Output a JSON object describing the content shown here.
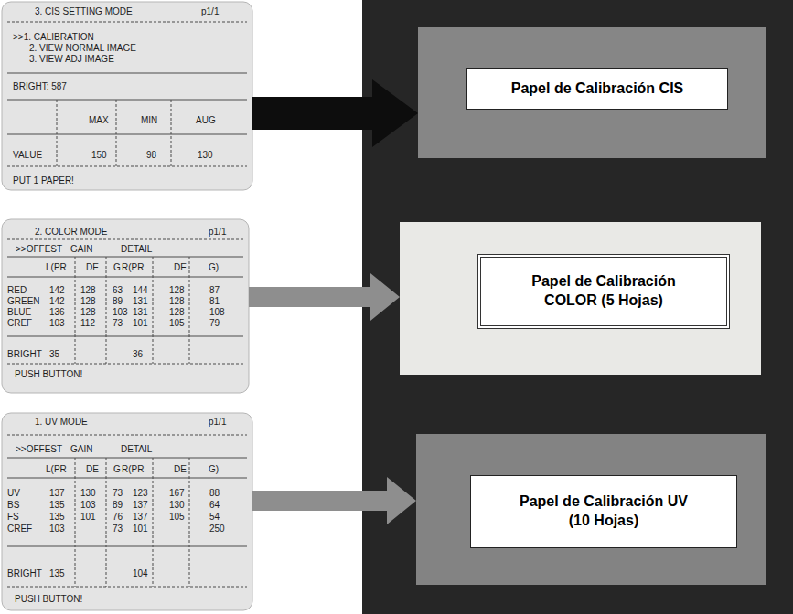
{
  "diagram": {
    "nodes": [
      {
        "text": [
          "3. CIS SETTING MODE",
          "p1/1",
          ">>1. CALIBRATION",
          "2. VIEW NORMAL IMAGE",
          "3. VIEW ADJ IMAGE",
          "BRIGHT: 587",
          "MAX",
          "MIN",
          "AUG",
          "VALUE",
          "150",
          "98",
          "130",
          "PUT 1 PAPER!"
        ]
      },
      {
        "text": [
          "Papel de Calibración CIS"
        ]
      },
      {
        "text": [
          "2. COLOR MODE",
          "p1/1",
          ">>OFFEST",
          "GAIN",
          "DETAIL",
          "L(PR",
          "DE",
          "G",
          "R(PR",
          "DE",
          "G)",
          "RED",
          "142",
          "128",
          "63",
          "144",
          "128",
          "87",
          "GREEN",
          "142",
          "128",
          "89",
          "131",
          "128",
          "81",
          "BLUE",
          "136",
          "128",
          "103",
          "131",
          "128",
          "108",
          "CREF",
          "103",
          "112",
          "73",
          "101",
          "105",
          "79",
          "BRIGHT",
          "35",
          "36",
          "PUSH BUTTON!"
        ]
      },
      {
        "text": [
          "Papel de Calibración COLOR (5 Hojas)"
        ]
      },
      {
        "text": [
          "1. UV MODE",
          "p1/1",
          ">>OFFEST",
          "GAIN",
          "DETAIL",
          "L(PR",
          "DE",
          "G",
          "R(PR",
          "DE",
          "G)",
          "UV",
          "137",
          "130",
          "73",
          "123",
          "167",
          "88",
          "BS",
          "135",
          "103",
          "89",
          "137",
          "130",
          "64",
          "FS",
          "135",
          "101",
          "76",
          "137",
          "105",
          "54",
          "CREF",
          "103",
          "73",
          "101",
          "250",
          "BRIGHT",
          "135",
          "104",
          "PUSH BUTTON!"
        ]
      },
      {
        "text": [
          "Papel de Calibración UV (10 Hojas)"
        ]
      }
    ],
    "edges": [
      {
        "from": 0,
        "to": 1,
        "arrow": "to"
      },
      {
        "from": 2,
        "to": 3,
        "arrow": "to"
      },
      {
        "from": 4,
        "to": 5,
        "arrow": "to"
      }
    ]
  }
}
